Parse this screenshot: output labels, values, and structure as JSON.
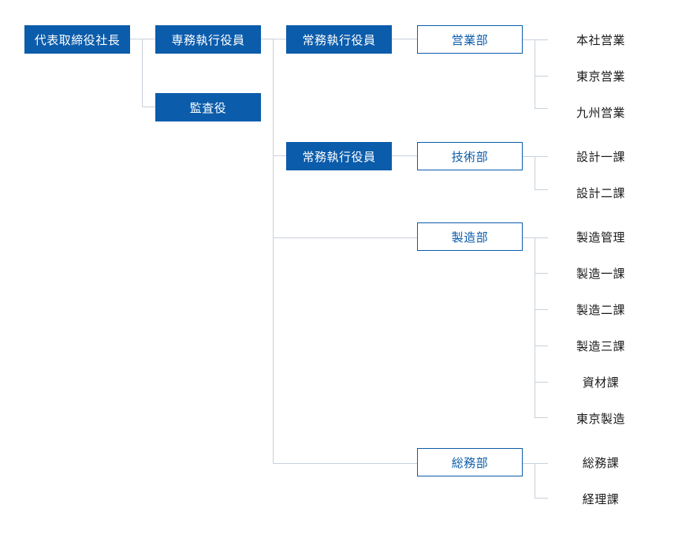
{
  "org_chart": {
    "ceo": "代表取締役社長",
    "senior_executive": "専務執行役員",
    "auditor": "監査役",
    "managing_executive_1": "常務執行役員",
    "managing_executive_2": "常務執行役員",
    "sales": {
      "name": "営業部",
      "sections": [
        "本社営業",
        "東京営業",
        "九州営業"
      ]
    },
    "engineering": {
      "name": "技術部",
      "sections": [
        "設計一課",
        "設計二課"
      ]
    },
    "manufacturing": {
      "name": "製造部",
      "sections": [
        "製造管理",
        "製造一課",
        "製造二課",
        "製造三課",
        "資材課",
        "東京製造"
      ]
    },
    "general_affairs": {
      "name": "総務部",
      "sections": [
        "総務課",
        "経理課"
      ]
    }
  }
}
